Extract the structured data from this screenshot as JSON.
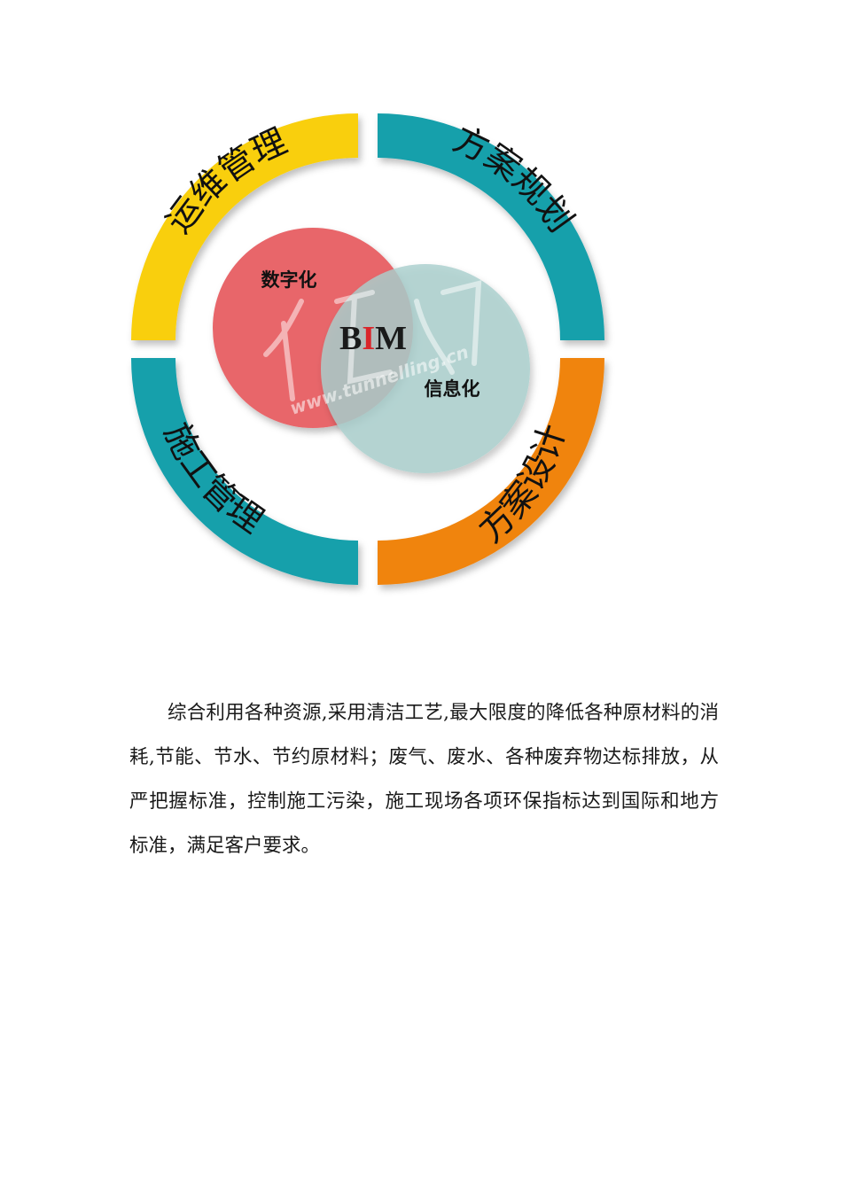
{
  "diagram": {
    "center_label_parts": [
      "B",
      "I",
      "M"
    ],
    "circles": [
      {
        "label": "数字化",
        "color": "#e8666a"
      },
      {
        "label": "信息化",
        "color": "#a9cfcd"
      }
    ],
    "segments": [
      {
        "label": "运维管理",
        "color": "#f9cf0a"
      },
      {
        "label": "方案规划",
        "color": "#12a0ab"
      },
      {
        "label": "方案设计",
        "color": "#f0840f"
      },
      {
        "label": "施工管理",
        "color": "#12a0ab"
      }
    ],
    "watermark": "www.tunnelling.cn"
  },
  "paragraph": "综合利用各种资源,采用清洁工艺,最大限度的降低各种原材料的消耗,节能、节水、节约原材料；废气、废水、各种废弃物达标排放，从严把握标准，控制施工污染，施工现场各项环保指标达到国际和地方标准，满足客户要求。"
}
